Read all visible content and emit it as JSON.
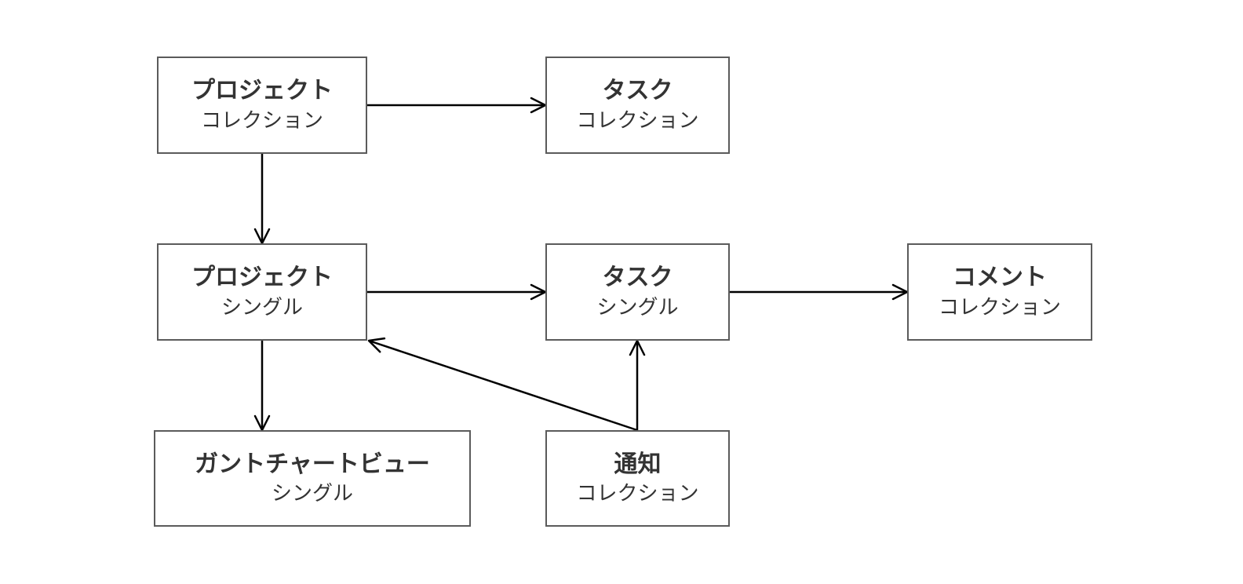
{
  "diagram": {
    "type": "flowchart",
    "background": "#ffffff",
    "colors": {
      "node_border": "#5b5b5b",
      "node_fill": "#ffffff",
      "text": "#333333",
      "arrow": "#000000"
    },
    "nodes": [
      {
        "id": "project-collection",
        "title": "プロジェクト",
        "subtitle": "コレクション"
      },
      {
        "id": "task-collection",
        "title": "タスク",
        "subtitle": "コレクション"
      },
      {
        "id": "project-single",
        "title": "プロジェクト",
        "subtitle": "シングル"
      },
      {
        "id": "task-single",
        "title": "タスク",
        "subtitle": "シングル"
      },
      {
        "id": "comment-collection",
        "title": "コメント",
        "subtitle": "コレクション"
      },
      {
        "id": "gantt-chart-view-single",
        "title": "ガントチャートビュー",
        "subtitle": "シングル"
      },
      {
        "id": "notification-collection",
        "title": "通知",
        "subtitle": "コレクション"
      }
    ],
    "edges": [
      {
        "from": "project-collection",
        "to": "task-collection",
        "style": "arrow"
      },
      {
        "from": "project-collection",
        "to": "project-single",
        "style": "arrow"
      },
      {
        "from": "project-single",
        "to": "task-single",
        "style": "arrow"
      },
      {
        "from": "task-single",
        "to": "comment-collection",
        "style": "arrow"
      },
      {
        "from": "project-single",
        "to": "gantt-chart-view-single",
        "style": "arrow"
      },
      {
        "from": "notification-collection",
        "to": "task-single",
        "style": "arrow"
      },
      {
        "from": "notification-collection",
        "to": "project-single",
        "style": "arrow"
      }
    ]
  }
}
